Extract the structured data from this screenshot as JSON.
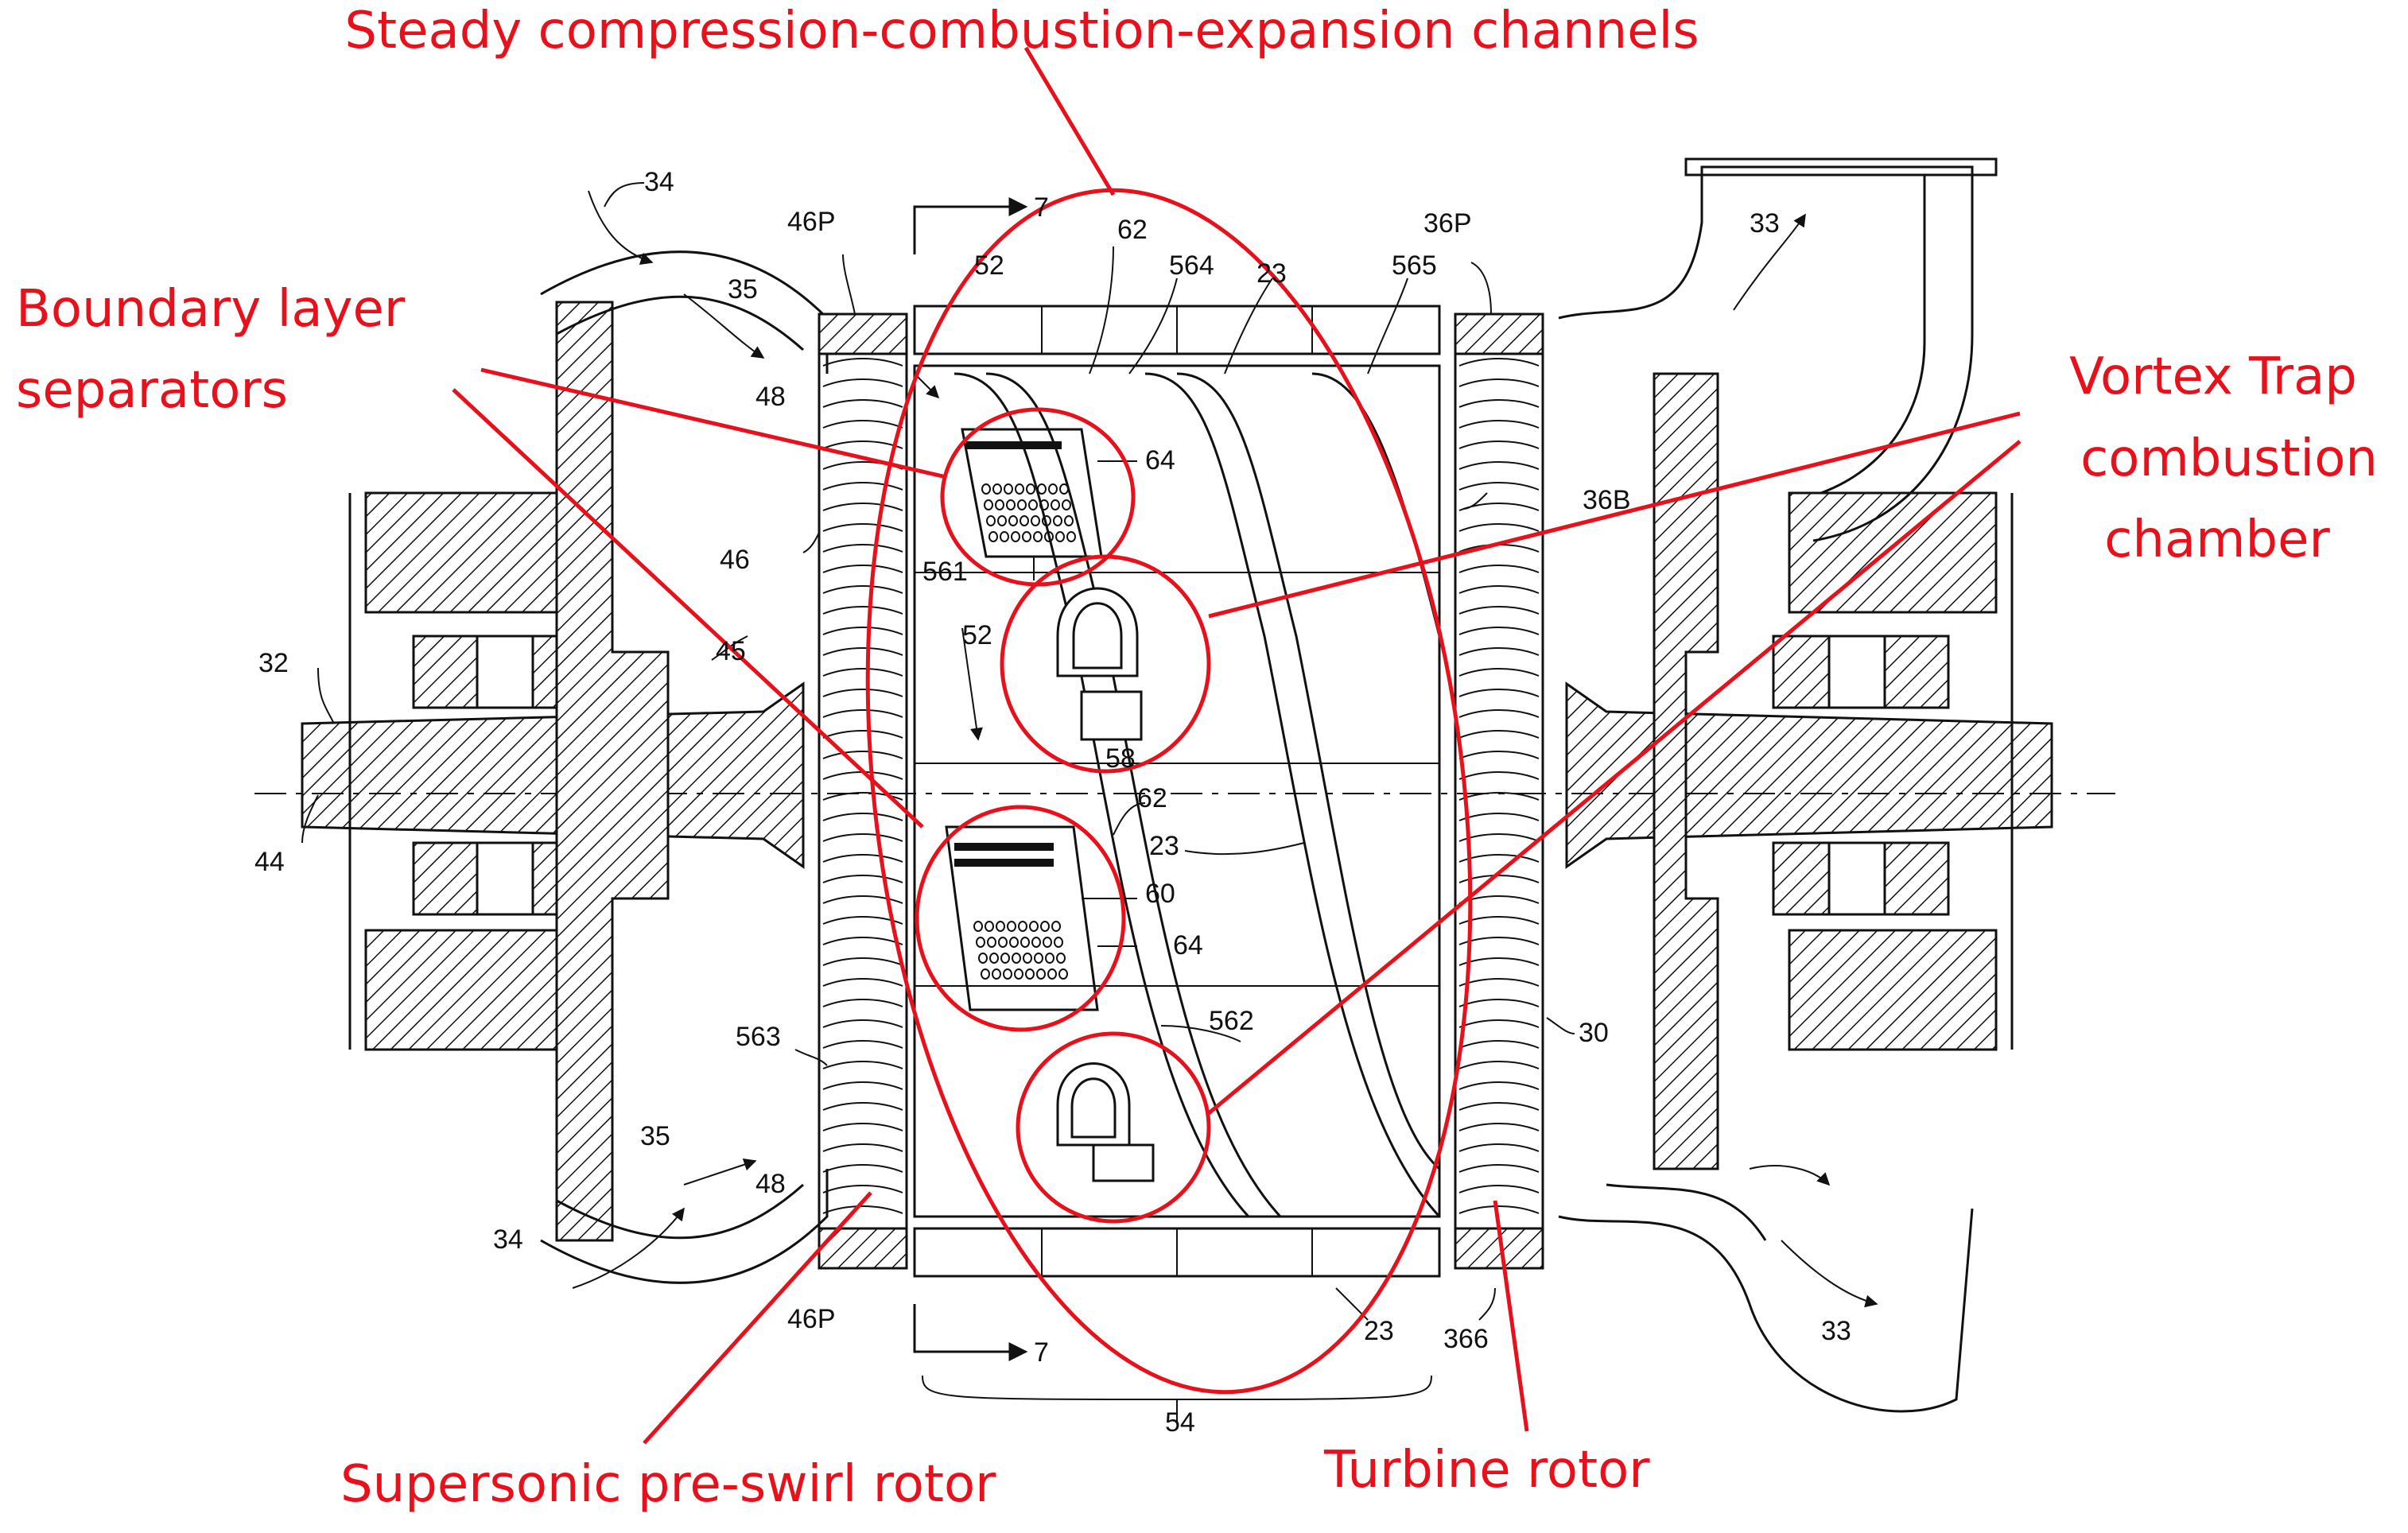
{
  "annotations": {
    "top_title": "Steady compression-combustion-expansion channels",
    "boundary_line1": "Boundary layer",
    "boundary_line2": "separators",
    "vortex_line1": "Vortex Trap",
    "vortex_line2": "combustion",
    "vortex_line3": "chamber",
    "supersonic": "Supersonic pre-swirl rotor",
    "turbine": "Turbine rotor"
  },
  "labels": {
    "l34a": "34",
    "l35a": "35",
    "l46p_top": "46P",
    "l48a": "48",
    "l7a": "7",
    "l52a": "52",
    "l62a": "62",
    "l564": "564",
    "l23a": "23",
    "l565": "565",
    "l36p": "36P",
    "l33a": "33",
    "l64a": "64",
    "l36b": "36B",
    "l46": "46",
    "l561": "561",
    "l52b": "52",
    "l32": "32",
    "l45": "45",
    "l58": "58",
    "l44": "44",
    "l62b": "62",
    "l23b": "23",
    "l60": "60",
    "l64b": "64",
    "l563": "563",
    "l562": "562",
    "l30": "30",
    "l35b": "35",
    "l48b": "48",
    "l34b": "34",
    "l46p_bot": "46P",
    "l7b": "7",
    "l23c": "23",
    "l366": "366",
    "l33b": "33",
    "l54": "54"
  },
  "colors": {
    "annotation": "#e8101a",
    "ink": "#111111"
  }
}
